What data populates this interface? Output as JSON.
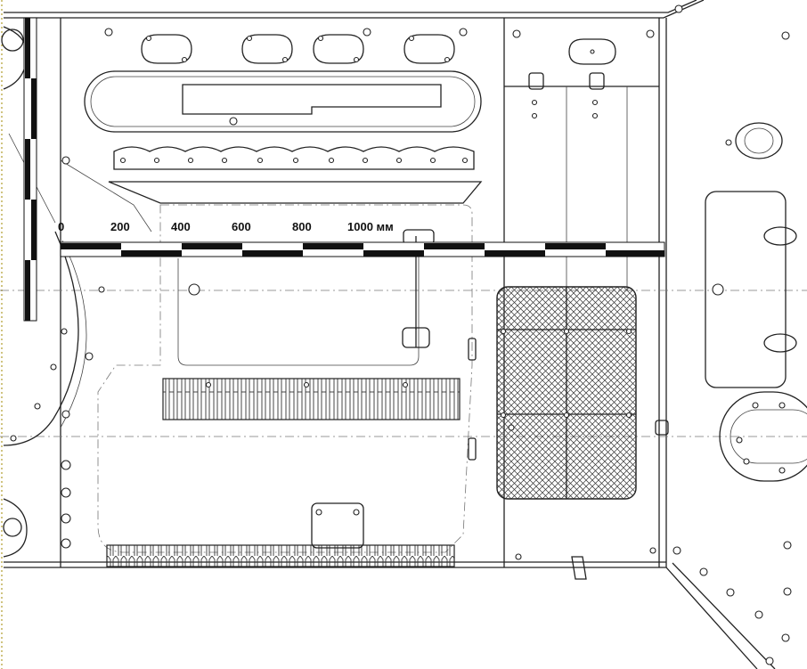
{
  "scale_bar": {
    "labels": [
      "0",
      "200",
      "400",
      "600",
      "800",
      "1000 мм"
    ]
  }
}
